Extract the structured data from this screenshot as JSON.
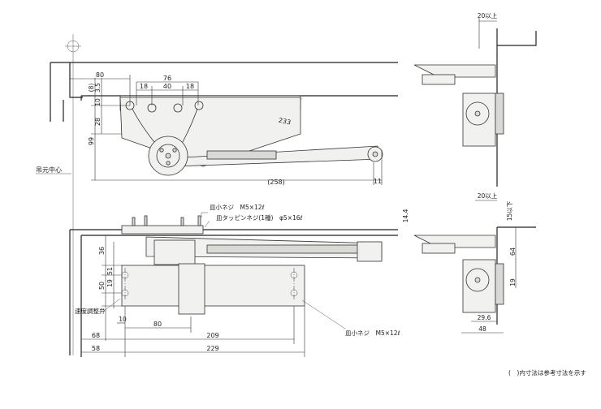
{
  "notes": {
    "hinge_center": "吊元中心",
    "speed_valve": "速度調整弁",
    "screw_top1": "皿小ネジ　M5×12ℓ",
    "screw_top2": "皿タッピンネジ(1種)　φ5×16ℓ",
    "screw_bottom": "皿小ネジ　M5×12ℓ",
    "footnote": "(　)内寸法は参考寸法を示す"
  },
  "dims_top": {
    "d80": "80",
    "d76": "76",
    "d18a": "18",
    "d40": "40",
    "d18b": "18",
    "d8": "(8)",
    "d3_5": "3.5",
    "d10": "10",
    "d28": "28",
    "d99": "99",
    "d258": "(258)",
    "d11": "11",
    "d233": "233"
  },
  "dims_bottom": {
    "d36": "36",
    "d51": "51",
    "d19": "19",
    "d50": "50",
    "d10": "10",
    "d80": "80",
    "d209": "209",
    "d229": "229",
    "d68": "68",
    "d58": "58"
  },
  "dims_right_top": {
    "d20": "20以上"
  },
  "dims_right_bottom": {
    "d20": "20以上",
    "d15": "15以下",
    "d14_4": "14.4",
    "d64": "64",
    "d19": "19",
    "d29_6": "29.6",
    "d48": "48"
  }
}
